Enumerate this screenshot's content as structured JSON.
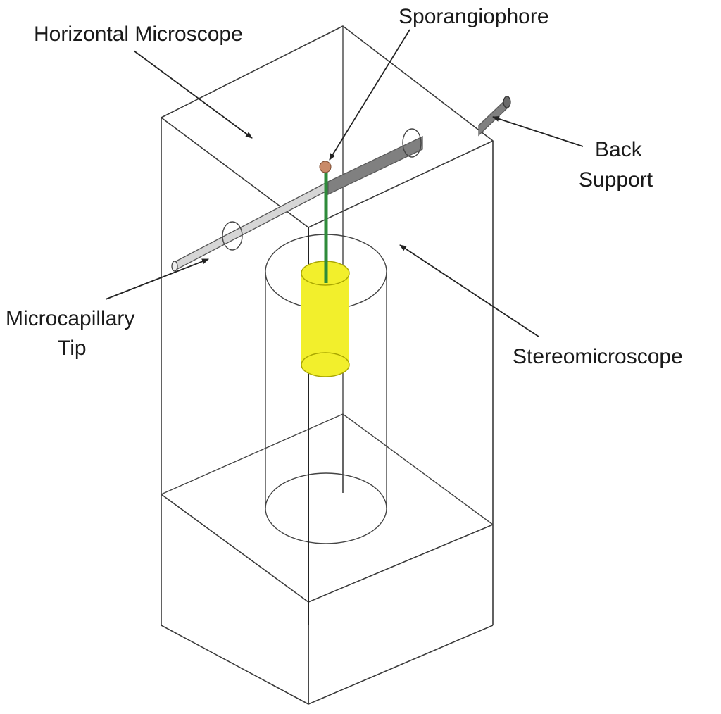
{
  "labels": {
    "horizontal_microscope": "Horizontal Microscope",
    "sporangiophore": "Sporangiophore",
    "back_support_line1": "Back",
    "back_support_line2": "Support",
    "microcapillary_line1": "Microcapillary",
    "microcapillary_line2": "Tip",
    "stereomicroscope": "Stereomicroscope"
  },
  "colors": {
    "yellow_cylinder": "#f2ef2c",
    "yellow_edge": "#a9a600",
    "stem": "#2e8b3a",
    "sporangium": "#c98a68",
    "rod": "#808080",
    "rod_dark": "#5a5a5a"
  }
}
